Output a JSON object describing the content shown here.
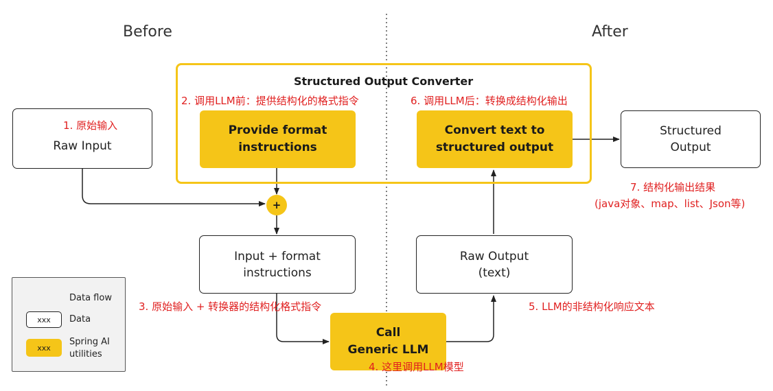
{
  "sections": {
    "before": "Before",
    "after": "After"
  },
  "converter": {
    "title": "Structured Output Converter",
    "note_before": "2. 调用LLM前：提供结构化的格式指令",
    "note_after": "6. 调用LLM后：转换成结构化输出"
  },
  "nodes": {
    "raw_input": {
      "label": "Raw Input",
      "note": "1. 原始输入"
    },
    "provide_format": {
      "line1": "Provide format",
      "line2": "instructions"
    },
    "convert_text": {
      "line1": "Convert text to",
      "line2": "structured  output"
    },
    "structured_output": {
      "line1": "Structured",
      "line2": "Output",
      "note1": "7. 结构化输出结果",
      "note2": "(java对象、map、list、Json等)"
    },
    "plus": {
      "label": "+"
    },
    "input_format": {
      "line1": "Input + format",
      "line2": "instructions",
      "note": "3. 原始输入 + 转换器的结构化格式指令"
    },
    "raw_output": {
      "line1": "Raw Output",
      "line2": "(text)",
      "note": "5. LLM的非结构化响应文本"
    },
    "call_llm": {
      "line1": "Call",
      "line2": "Generic LLM",
      "note": "4. 这里调用LLM模型"
    }
  },
  "legend": {
    "data_flow": "Data flow",
    "data_box": "xxx",
    "data": "Data",
    "spring_box": "xxx",
    "spring1": "Spring AI",
    "spring2": "utilities"
  },
  "colors": {
    "accent": "#f5c518",
    "note": "#e02020",
    "stroke": "#222222"
  }
}
